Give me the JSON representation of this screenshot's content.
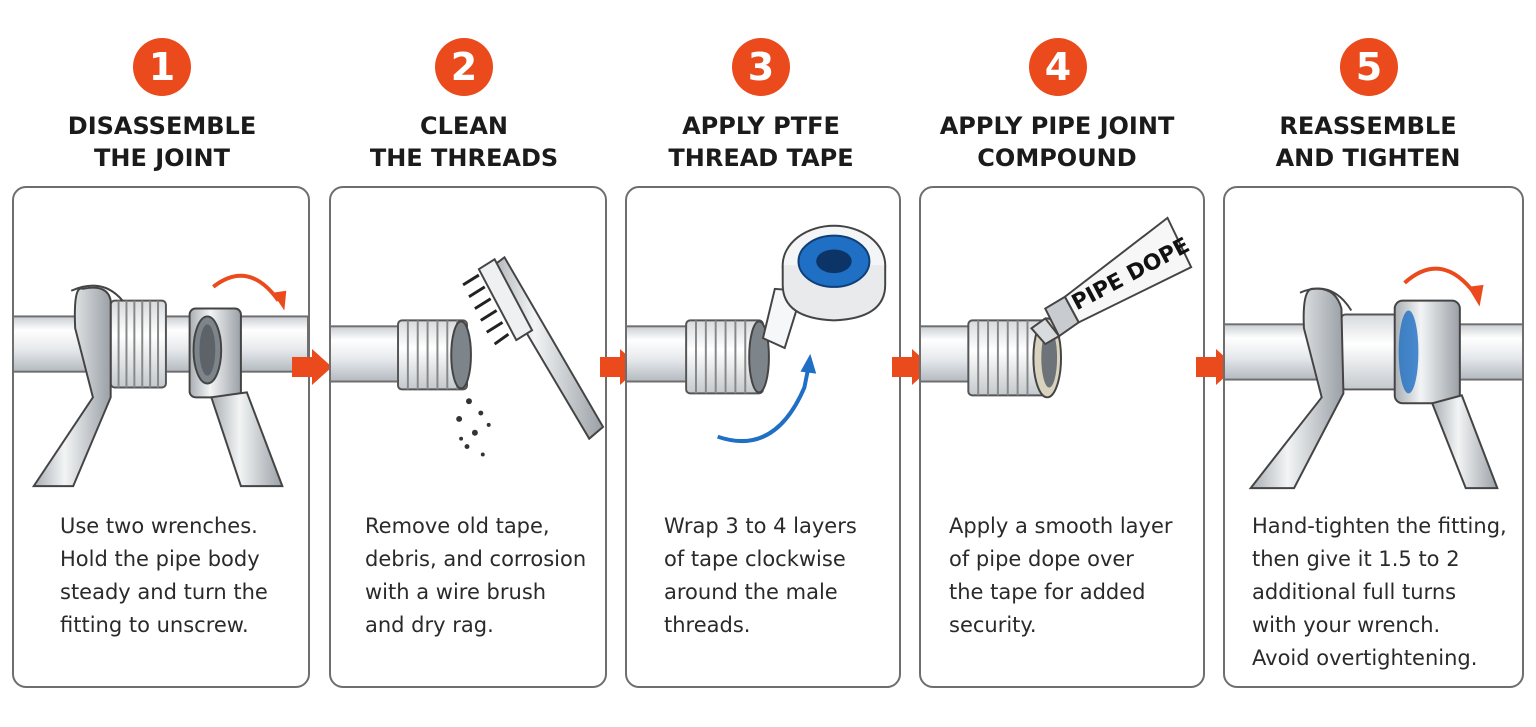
{
  "steps": [
    {
      "number": "1",
      "title": [
        "DISASSEMBLE",
        "THE JOINT"
      ],
      "description": [
        "Use two wrenches.",
        "Hold the pipe body",
        "steady and turn the",
        "fitting to unscrew."
      ],
      "icons": [
        "pipe-icon",
        "wrench-icon",
        "rotation-arrow-icon"
      ]
    },
    {
      "number": "2",
      "title": [
        "CLEAN",
        "THE THREADS"
      ],
      "description": [
        "Remove old tape,",
        "debris, and corrosion",
        "with a wire brush",
        "and dry rag."
      ],
      "icons": [
        "pipe-icon",
        "wire-brush-icon",
        "debris-icon"
      ]
    },
    {
      "number": "3",
      "title": [
        "APPLY PTFE",
        "THREAD TAPE"
      ],
      "description": [
        "Wrap 3 to 4 layers",
        "of tape clockwise",
        "around the male",
        "threads."
      ],
      "icons": [
        "pipe-icon",
        "tape-roll-icon",
        "clockwise-arrow-icon"
      ]
    },
    {
      "number": "4",
      "title": [
        "APPLY PIPE JOINT",
        "COMPOUND"
      ],
      "description": [
        "Apply a smooth layer",
        "of pipe dope over",
        "the tape for added",
        "security."
      ],
      "tube_label": "PIPE DOPE",
      "icons": [
        "pipe-icon",
        "compound-tube-icon"
      ]
    },
    {
      "number": "5",
      "title": [
        "REASSEMBLE",
        "AND TIGHTEN"
      ],
      "description": [
        "Hand-tighten the fitting,",
        "then give it 1.5 to 2",
        "additional full turns",
        "with your wrench.",
        "Avoid overtightening."
      ],
      "icons": [
        "pipe-icon",
        "wrench-icon",
        "rotation-arrow-icon"
      ]
    }
  ],
  "colors": {
    "accent": "#ea4a1c",
    "tape_blue": "#1f6fc4",
    "border": "#6e6e6e",
    "text": "#1b1b1b"
  },
  "connector_icon": "right-arrow-icon"
}
